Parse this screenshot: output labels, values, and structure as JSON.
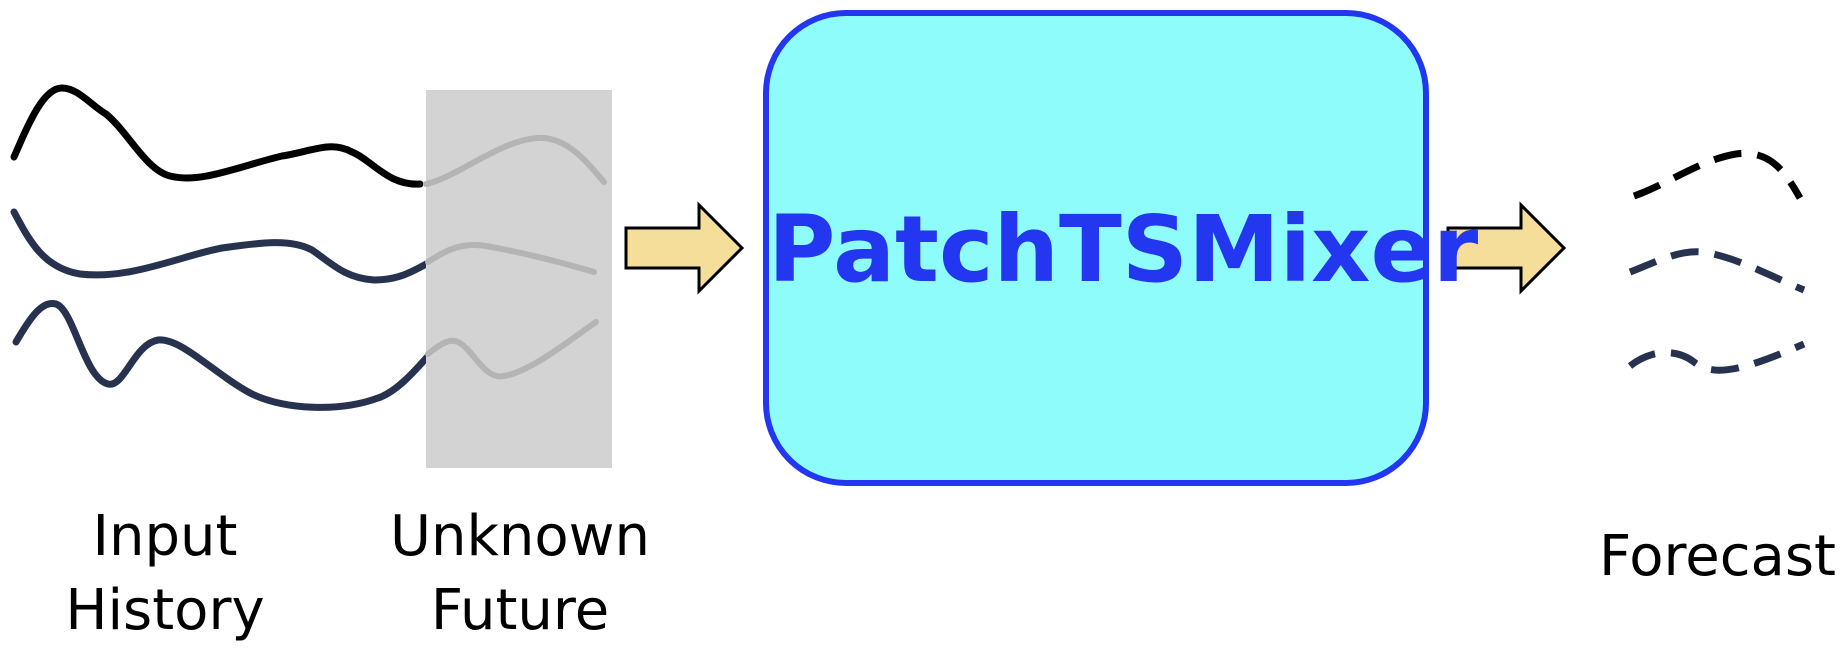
{
  "labels": {
    "input_history": [
      "Input",
      "History"
    ],
    "unknown_future": [
      "Unknown",
      "Future"
    ],
    "forecast": "Forecast",
    "model": "PatchTSMixer"
  },
  "colors": {
    "model_fill": "#8ffcfc",
    "model_border": "#2437f0",
    "model_text": "#2437f0",
    "arrow_fill": "#f5de9a",
    "unknown_region": "#d3d3d3",
    "series_top": "#000000",
    "series_other": "#27324f",
    "future_series": "#b0b0b0"
  },
  "series_count": 3
}
